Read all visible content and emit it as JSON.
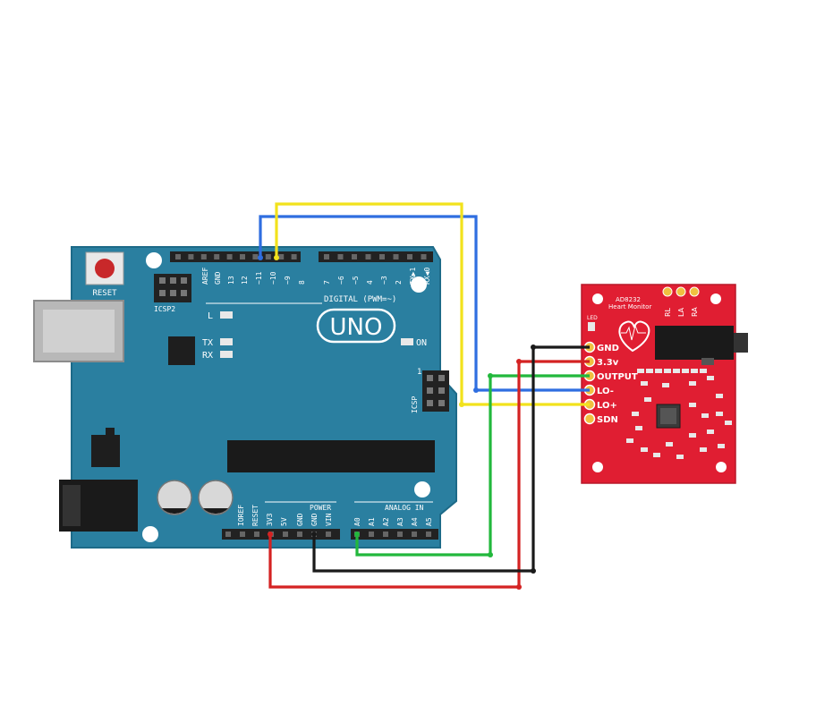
{
  "arduino": {
    "model": "UNO",
    "reset_label": "RESET",
    "icsp2_label": "ICSP2",
    "icsp_label": "ICSP",
    "icsp_pin1": "1",
    "led_l": "L",
    "led_tx": "TX",
    "led_rx": "RX",
    "led_on": "ON",
    "digital_header": "DIGITAL (PWM=~)",
    "digital_pins": [
      "AREF",
      "GND",
      "13",
      "12",
      "~11",
      "~10",
      "~9",
      "8",
      "7",
      "~6",
      "~5",
      "4",
      "~3",
      "2",
      "TX▶1",
      "RX◀0"
    ],
    "power_header": "POWER",
    "power_pins": [
      "IOREF",
      "RESET",
      "3V3",
      "5V",
      "GND",
      "GND",
      "VIN"
    ],
    "analog_header": "ANALOG IN",
    "analog_pins": [
      "A0",
      "A1",
      "A2",
      "A3",
      "A4",
      "A5"
    ]
  },
  "sensor": {
    "title": "AD8232",
    "subtitle": "Heart Monitor",
    "led_label": "LED",
    "electrodes": [
      "RL",
      "LA",
      "RA"
    ],
    "pins": [
      "GND",
      "3.3v",
      "OUTPUT",
      "LO-",
      "LO+",
      "SDN"
    ]
  },
  "wire_colors": {
    "blue": "#2f6ee0",
    "yellow": "#f2e21c",
    "green": "#22b83c",
    "red": "#d42222",
    "black": "#1a1a1a"
  }
}
